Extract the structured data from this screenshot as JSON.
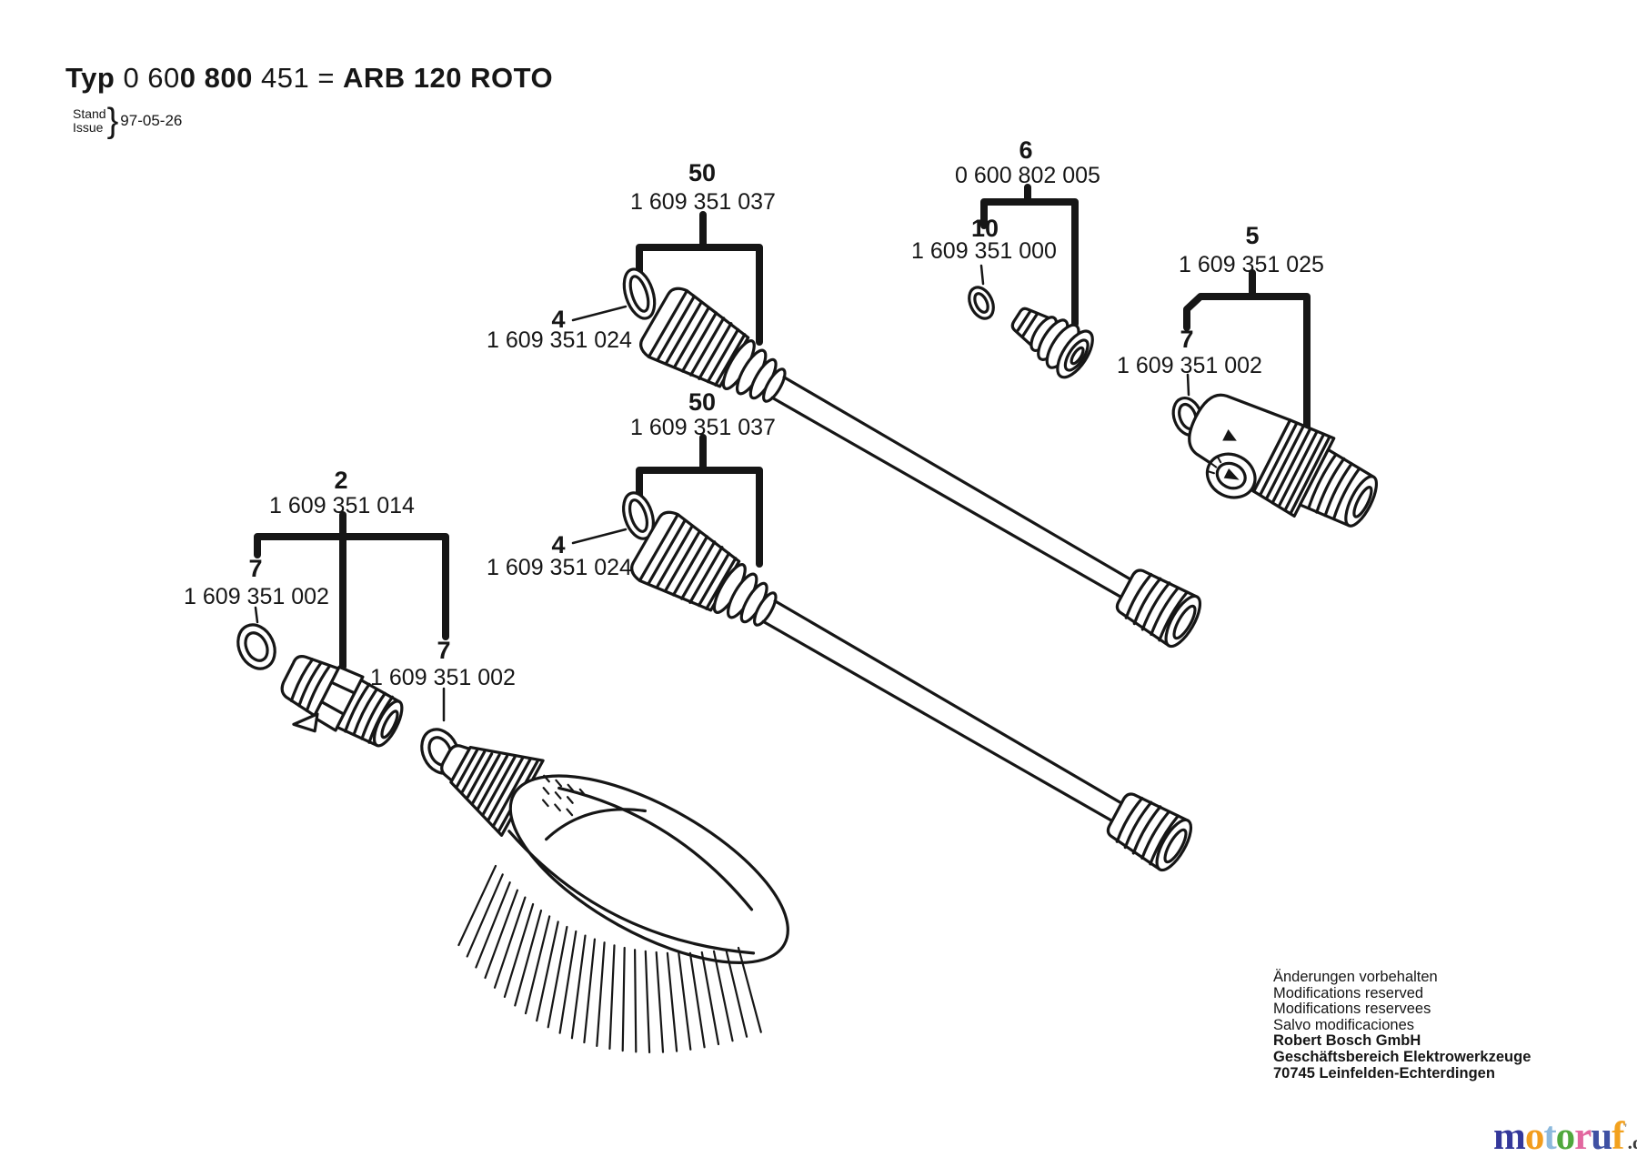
{
  "title": {
    "parts": [
      {
        "t": "Typ "
      },
      {
        "t": "0 60"
      },
      {
        "t": "0 800"
      },
      {
        "t": " 451 "
      },
      {
        "t": "= "
      },
      {
        "t": "ARB 120 ROTO"
      }
    ]
  },
  "issue": {
    "line1": "Stand",
    "line2": "Issue",
    "brace": "}",
    "date": "97-05-26"
  },
  "callouts": {
    "wand1": {
      "id": "50",
      "part": "1 609 351 037"
    },
    "wand1_oring": {
      "id": "4",
      "part": "1 609 351 024"
    },
    "hose_adapter": {
      "id": "6",
      "part": "0 600 802 005"
    },
    "adapter_oring": {
      "id": "10",
      "part": "1 609 351 000"
    },
    "roto_nozzle": {
      "id": "5",
      "part": "1 609 351 025"
    },
    "nozzle_oring": {
      "id": "7",
      "part": "1 609 351 002"
    },
    "wand2": {
      "id": "50",
      "part": "1 609 351 037"
    },
    "wand2_oring": {
      "id": "4",
      "part": "1 609 351 024"
    },
    "coupling": {
      "id": "2",
      "part": "1 609 351 014"
    },
    "coupling_oring_left": {
      "id": "7",
      "part": "1 609 351 002"
    },
    "coupling_oring_right": {
      "id": "7",
      "part": "1 609 351 002"
    }
  },
  "footer": {
    "notes": [
      "Änderungen vorbehalten",
      "Modifications reserved",
      "Modifications reservees",
      "Salvo modificaciones"
    ],
    "company": [
      "Robert Bosch GmbH",
      "Geschäftsbereich Elektrowerkzeuge",
      "70745 Leinfelden-Echterdingen"
    ]
  },
  "logo": {
    "letters": [
      {
        "char": "m",
        "color": "#34389b"
      },
      {
        "char": "o",
        "color": "#f29d1e"
      },
      {
        "char": "t",
        "color": "#8cb9dd"
      },
      {
        "char": "o",
        "color": "#4fa83d"
      },
      {
        "char": "r",
        "color": "#e2679f"
      },
      {
        "char": "u",
        "color": "#3f51a3"
      },
      {
        "char": "f",
        "color": "#f2a11e"
      }
    ],
    "mark": "'",
    "mark_color": "#9a9a9a",
    "suffix": ".de",
    "suffix_color": "#3a3a3a"
  },
  "diagram": {
    "ink": "#161616",
    "background": "#ffffff"
  }
}
